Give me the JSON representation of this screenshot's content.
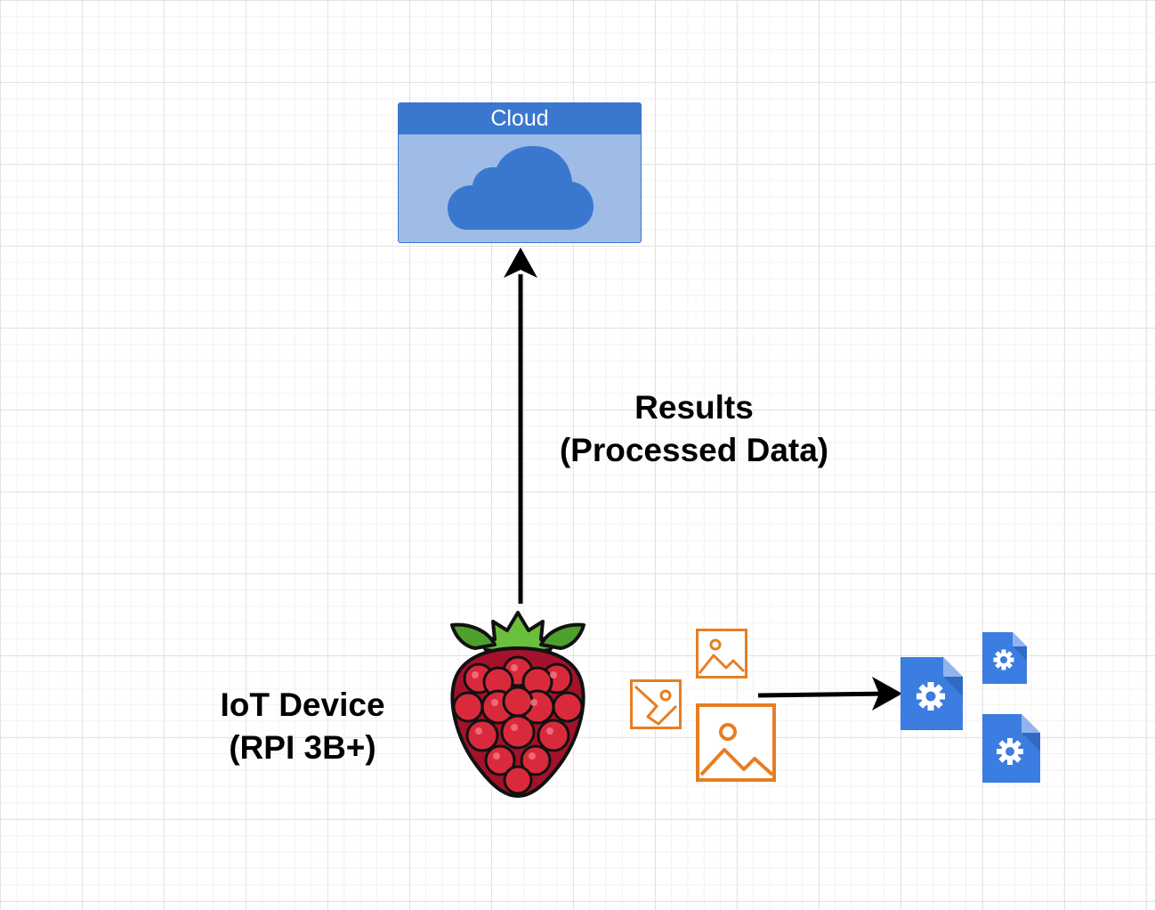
{
  "cloud": {
    "title": "Cloud",
    "icon": "cloud-icon",
    "header_color": "#3a78d0",
    "body_color": "#9fbce6"
  },
  "results_label": {
    "line1": "Results",
    "line2": "(Processed Data)"
  },
  "device_label": {
    "line1": "IoT Device",
    "line2": "(RPI 3B+)"
  },
  "device": {
    "icon": "raspberry-pi-icon"
  },
  "images": {
    "icon": "image-icon",
    "color": "#e67e22"
  },
  "files": {
    "icon": "config-file-icon",
    "color": "#3b7de0"
  },
  "arrows": [
    {
      "name": "device-to-cloud-arrow",
      "color": "#000000"
    },
    {
      "name": "images-to-files-arrow",
      "color": "#000000"
    }
  ]
}
